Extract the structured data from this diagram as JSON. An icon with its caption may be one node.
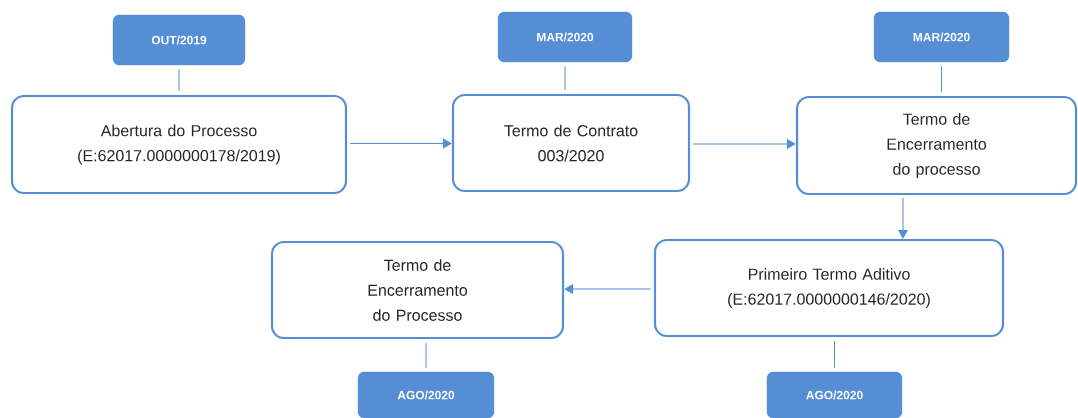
{
  "diagram": {
    "nodes": [
      {
        "text": [
          "OUT/2019"
        ]
      },
      {
        "text": [
          "MAR/2020"
        ]
      },
      {
        "text": [
          "MAR/2020"
        ]
      },
      {
        "text": [
          "Abertura do Processo",
          "(E:62017.0000000178/2019)"
        ]
      },
      {
        "text": [
          "Termo de Contrato",
          "003/2020"
        ]
      },
      {
        "text": [
          "Termo de Encerramento do processo"
        ]
      },
      {
        "text": [
          "Termo de Encerramento do Processo"
        ]
      },
      {
        "text": [
          "Primeiro Termo Aditivo",
          "(E:62017.0000000146/2020)"
        ]
      },
      {
        "text": [
          "AGO/2020"
        ]
      },
      {
        "text": [
          "AGO/2020"
        ]
      }
    ],
    "edges": [
      {
        "from": 0,
        "to": 3,
        "arrow": "none"
      },
      {
        "from": 1,
        "to": 4,
        "arrow": "none"
      },
      {
        "from": 2,
        "to": 5,
        "arrow": "none"
      },
      {
        "from": 3,
        "to": 4,
        "arrow": "to"
      },
      {
        "from": 4,
        "to": 5,
        "arrow": "to"
      },
      {
        "from": 5,
        "to": 7,
        "arrow": "to"
      },
      {
        "from": 7,
        "to": 6,
        "arrow": "to"
      },
      {
        "from": 6,
        "to": 8,
        "arrow": "none"
      },
      {
        "from": 7,
        "to": 9,
        "arrow": "none"
      }
    ]
  }
}
